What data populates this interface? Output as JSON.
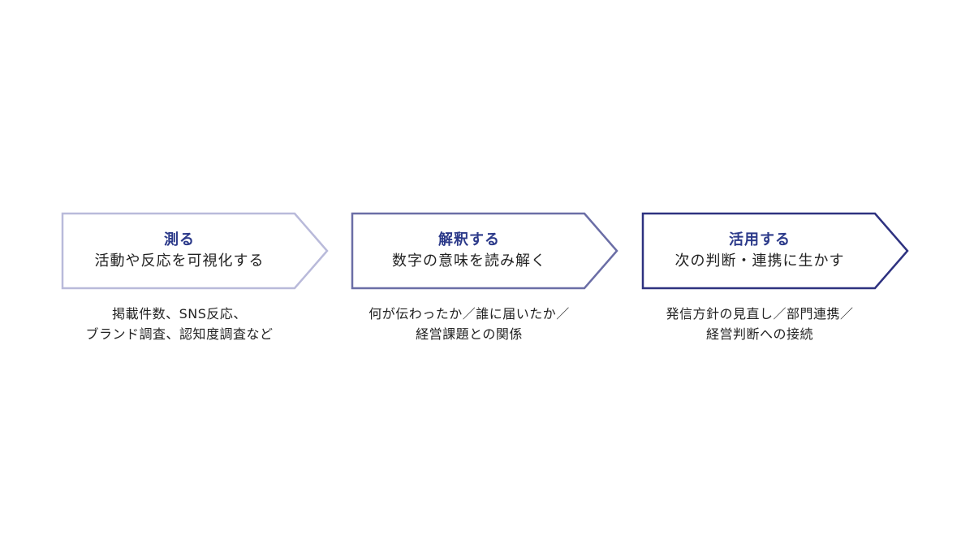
{
  "diagram": {
    "steps": [
      {
        "title": "測る",
        "subtitle": "活動や反応を可視化する",
        "detail_lines": [
          "掲載件数、SNS反応、",
          "ブランド調査、認知度調査など"
        ],
        "border_color": "#b9bada"
      },
      {
        "title": "解釈する",
        "subtitle": "数字の意味を読み解く",
        "detail_lines": [
          "何が伝わったか／誰に届いたか／",
          "経営課題との関係"
        ],
        "border_color": "#6b6ea6"
      },
      {
        "title": "活用する",
        "subtitle": "次の判断・連携に生かす",
        "detail_lines": [
          "発信方針の見直し／部門連携／",
          "経営判断への接続"
        ],
        "border_color": "#2e3280"
      }
    ],
    "colors": {
      "title": "#2c3a8a",
      "text": "#222222",
      "background": "#ffffff"
    }
  }
}
